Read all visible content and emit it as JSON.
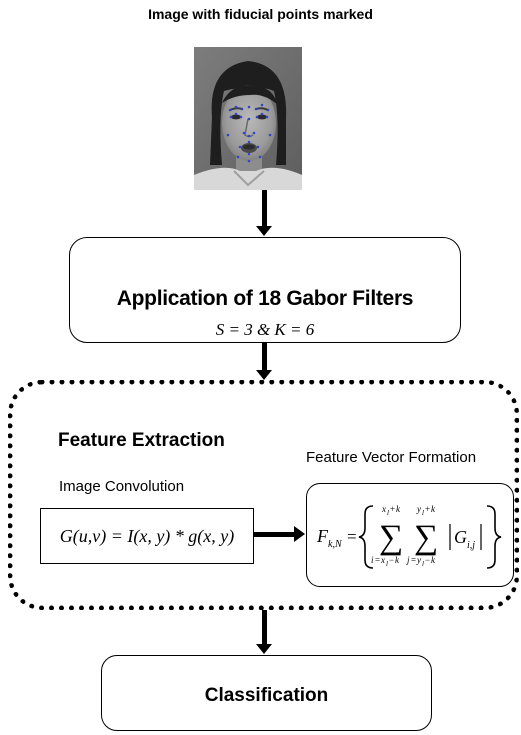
{
  "header": {
    "image_caption": "Image with fiducial points marked"
  },
  "gabor_stage": {
    "title": "Application of 18 Gabor Filters",
    "params": "S = 3 & K = 6"
  },
  "feature_extraction": {
    "title": "Feature Extraction",
    "image_convolution_label": "Image Convolution",
    "convolution_formula": "G(u,v) = I(x, y) * g(x, y)",
    "feature_vector_label": "Feature Vector Formation",
    "feature_vector_formula": "F_{k,N} = { Σ_{i=x_l−k}^{x_l+k} Σ_{j=y_l−k}^{y_l+k} |G_{i,j}| }"
  },
  "classification": {
    "title": "Classification"
  },
  "colors": {
    "fiducial_point": "#3344cc",
    "line": "#000000",
    "background": "#ffffff"
  }
}
